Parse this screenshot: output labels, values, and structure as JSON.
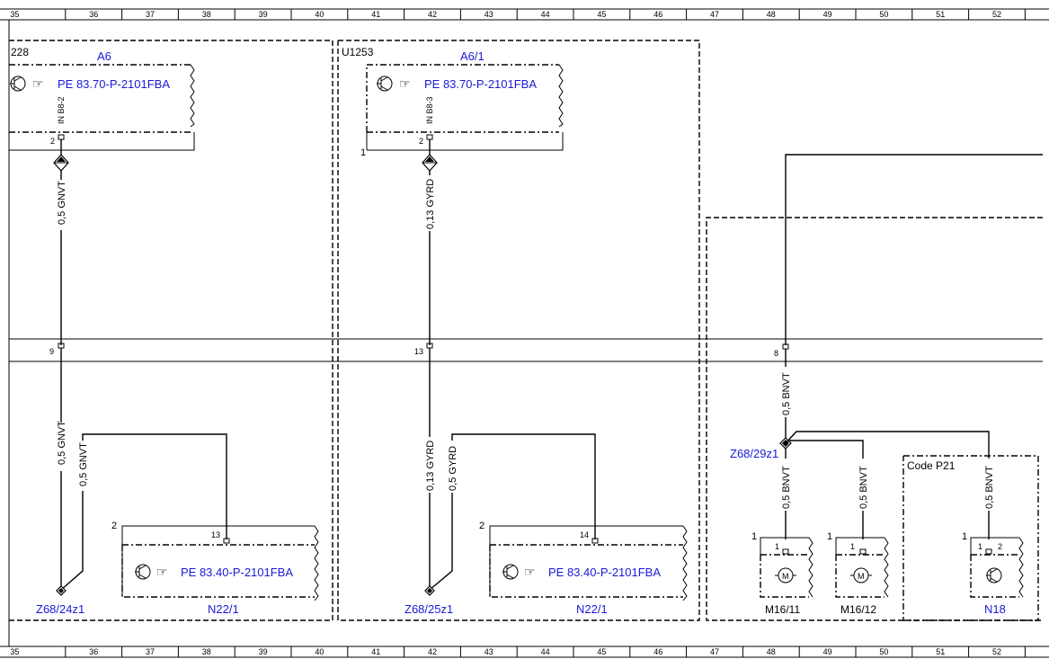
{
  "ruler": {
    "columns": [
      "35",
      "36",
      "37",
      "38",
      "39",
      "40",
      "41",
      "42",
      "43",
      "44",
      "45",
      "46",
      "47",
      "48",
      "49",
      "50",
      "51",
      "52"
    ]
  },
  "blocks": {
    "left_frame_label": "228",
    "mid_frame_label": "U1253",
    "code_frame_label": "Code P21"
  },
  "components": {
    "a6": {
      "name": "A6",
      "ref": "PE 83.70-P-2101FBA",
      "connector": "IN B8-2",
      "pin": "2"
    },
    "a6_1": {
      "name": "A6/1",
      "ref": "PE 83.70-P-2101FBA",
      "connector": "IN B8-3",
      "pin": "2",
      "side_pin": "1"
    },
    "n22_1_left": {
      "name": "N22/1",
      "ref": "PE 83.40-P-2101FBA",
      "pin": "13",
      "side_pin": "2"
    },
    "n22_1_right": {
      "name": "N22/1",
      "ref": "PE 83.40-P-2101FBA",
      "pin": "14",
      "side_pin": "2"
    },
    "m16_11": {
      "name": "M16/11",
      "pin": "1",
      "side_pin": "1"
    },
    "m16_12": {
      "name": "M16/12",
      "pin": "1",
      "side_pin": "1"
    },
    "n18": {
      "name": "N18",
      "pin1": "1",
      "pin2": "2",
      "side_pin": "1"
    }
  },
  "splices": {
    "z68_24z1": "Z68/24z1",
    "z68_25z1": "Z68/25z1",
    "z68_29z1": "Z68/29z1"
  },
  "wires": {
    "w1": "0,5 GNVT",
    "w2": "0,5 GNVT",
    "w3": "0,5 GNVT",
    "w4": "0,13 GYRD",
    "w5": "0,13 GYRD",
    "w6": "0,5 GYRD",
    "w7": "0,5 BNVT",
    "w8": "0,5 BNVT",
    "w9": "0,5 BNVT",
    "w10": "0,5 BNVT"
  },
  "bus_pins": {
    "p9": "9",
    "p13": "13",
    "p8": "8"
  }
}
